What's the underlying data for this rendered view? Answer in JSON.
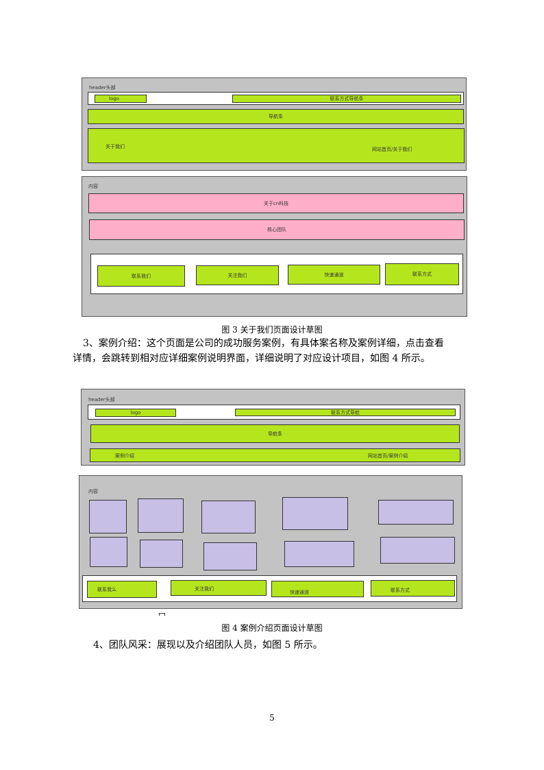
{
  "fig3": {
    "header_label": "header头部",
    "logo": "logo",
    "contact_nav": "联系方式导航条",
    "navbar": "导航条",
    "banner_left": "关于我们",
    "banner_right": "网站首页/关于我们",
    "content_label": "内容",
    "about_company": "关于cn科技",
    "core_team": "核心团队",
    "footer": [
      "联系我们",
      "关注我们",
      "快速通道",
      "联系方式"
    ],
    "caption": "图 3  关于我们页面设计草图"
  },
  "paragraph3": {
    "line1": "3、案例介绍：这个页面是公司的成功服务案例，有具体案名称及案例详细，点击查看",
    "line2": "详情，会跳转到相对应详细案例说明界面，详细说明了对应设计项目，如图 4 所示。"
  },
  "fig4": {
    "header_label": "header头部",
    "logo": "logo",
    "contact_nav": "联系方式导航",
    "navbar": "导航条",
    "banner_left": "案例介绍",
    "banner_right": "网站首页/案例介绍",
    "content_label": "内容",
    "footer": [
      "联系我么",
      "关注我们",
      "快速通道",
      "联系方式"
    ],
    "caption": "图 4  案例介绍页面设计草图"
  },
  "paragraph4": {
    "line1": "4、团队风采：展现以及介绍团队人员，如图 5 所示。"
  },
  "page_number": "5"
}
